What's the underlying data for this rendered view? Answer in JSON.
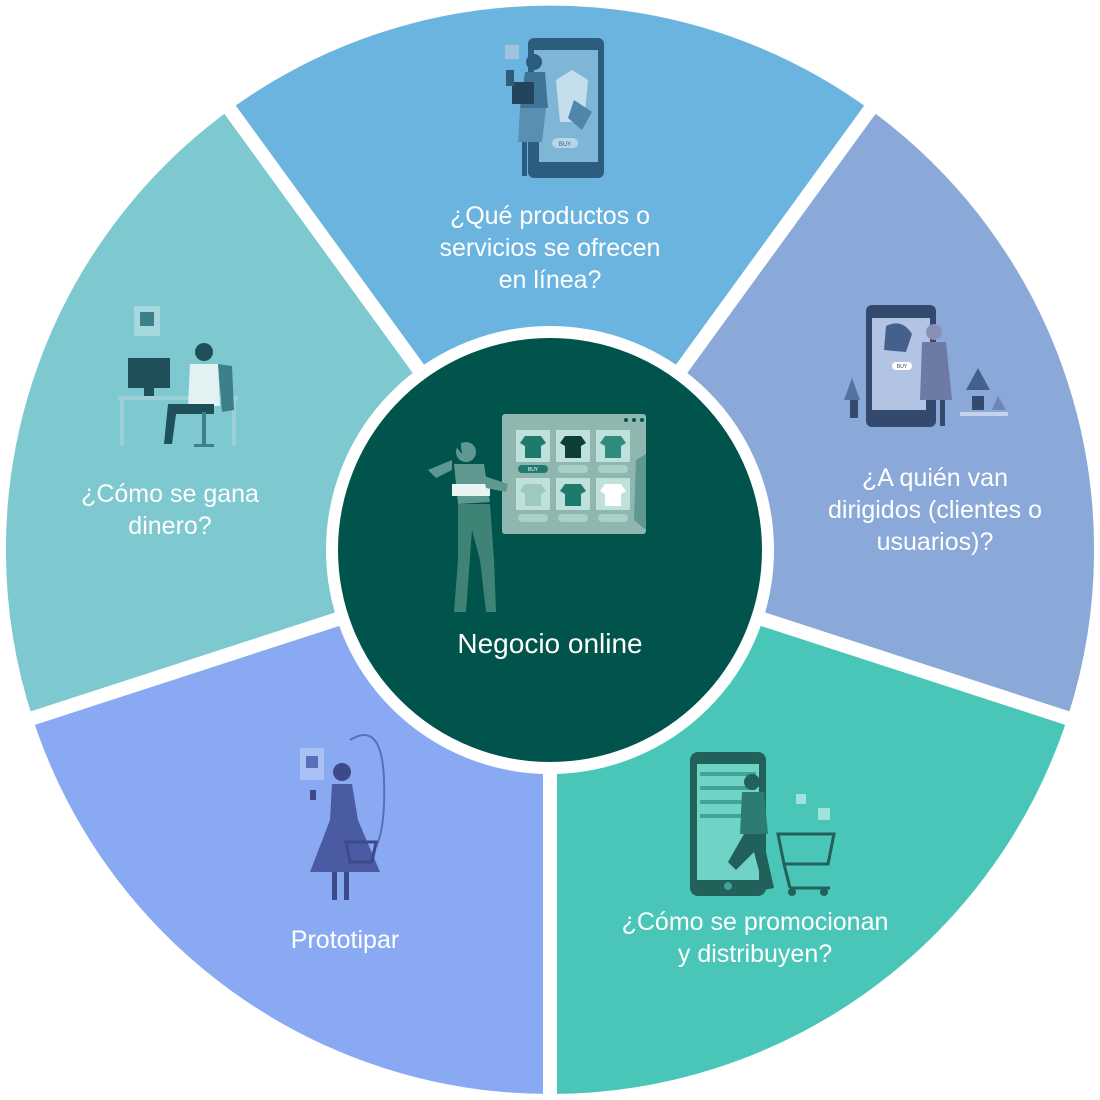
{
  "diagram": {
    "center": {
      "label": "Negocio online",
      "button_label": "BUY"
    },
    "segments": [
      {
        "id": "top",
        "label": "¿Qué productos o\nservicios se ofrecen\nen línea?",
        "icon": "shopping-phone-icon",
        "color": "#6cb4e0",
        "button_label": "BUY"
      },
      {
        "id": "right",
        "label": "¿A quién van\ndirigidos (clientes o\nusuarios)?",
        "icon": "gardening-phone-icon",
        "color": "#8aa9d8",
        "button_label": "BUY"
      },
      {
        "id": "bottom-right",
        "label": "¿Cómo se promocionan\ny distribuyen?",
        "icon": "shopping-cart-icon",
        "color": "#49c6b8"
      },
      {
        "id": "bottom-left",
        "label": "Prototipar",
        "icon": "shopping-basket-icon",
        "color": "#89aaf3"
      },
      {
        "id": "left",
        "label": "¿Cómo se gana\ndinero?",
        "icon": "desk-computer-icon",
        "color": "#7ec8d0"
      }
    ],
    "center_color": "#00544b"
  }
}
